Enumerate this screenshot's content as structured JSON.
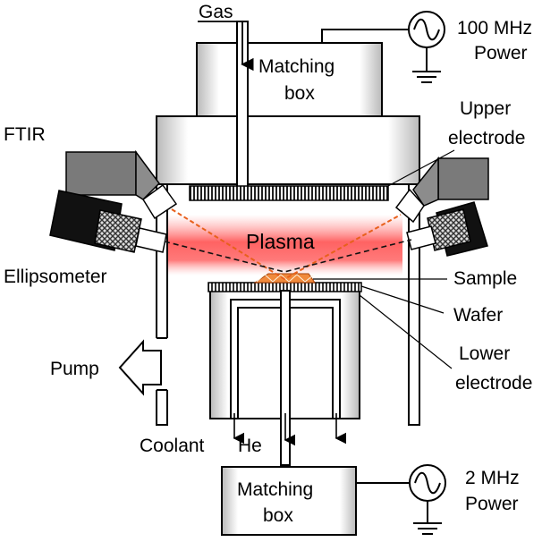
{
  "labels": {
    "gas": "Gas",
    "matching_box_top_1": "Matching",
    "matching_box_top_2": "box",
    "power_top_1": "100 MHz",
    "power_top_2": "Power",
    "ftir": "FTIR",
    "upper_electrode_1": "Upper",
    "upper_electrode_2": "electrode",
    "plasma": "Plasma",
    "ellipsometer": "Ellipsometer",
    "sample": "Sample",
    "wafer": "Wafer",
    "pump": "Pump",
    "lower_electrode_1": "Lower",
    "lower_electrode_2": "electrode",
    "coolant": "Coolant",
    "he": "He",
    "matching_box_bottom_1": "Matching",
    "matching_box_bottom_2": "box",
    "power_bottom_1": "2 MHz",
    "power_bottom_2": "Power"
  },
  "colors": {
    "plasma": "#ff5a5a",
    "beam": "#e8601c",
    "sample": "#f08a3c",
    "ftir": "#7a7a7a",
    "ellipsometer": "#111111"
  }
}
